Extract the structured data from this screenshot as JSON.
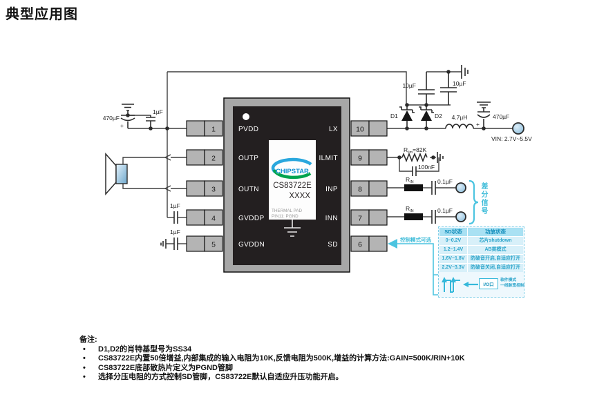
{
  "title": "典型应用图",
  "chip": {
    "logo": "CHIPSTAR",
    "part": "CS83722E",
    "lot": "XXXX",
    "thermal1": "THERMAL PAD",
    "thermal2": "PIN11: PGND",
    "left_pins": [
      {
        "num": "1",
        "name": "PVDD"
      },
      {
        "num": "2",
        "name": "OUTP"
      },
      {
        "num": "3",
        "name": "OUTN"
      },
      {
        "num": "4",
        "name": "GVDDP"
      },
      {
        "num": "5",
        "name": "GVDDN"
      }
    ],
    "right_pins": [
      {
        "num": "10",
        "name": "LX"
      },
      {
        "num": "9",
        "name": "ILMIT"
      },
      {
        "num": "8",
        "name": "INP"
      },
      {
        "num": "7",
        "name": "INN"
      },
      {
        "num": "6",
        "name": "SD"
      }
    ]
  },
  "labels": {
    "cap_bulk_left": "470µF",
    "cap_small_left": "1µF",
    "cap_gvddp": "1µF",
    "cap_gvddn": "1µF",
    "cap_boot1": "10µF",
    "cap_boot2": "10µF",
    "d1": "D1",
    "d2": "D2",
    "inductor": "4.7µH",
    "cap_bulk_right": "470µF",
    "plus": "+",
    "vin": "VIN: 2.7V~5.5V",
    "rlim_base": "R",
    "rlim_sub": "lim",
    "rlim_val": "=82K",
    "cap_ilmit": "100nF",
    "rin_base": "R",
    "rin_sub": "IN",
    "cap_inp": "0.1µF",
    "cap_inn": "0.1µF"
  },
  "annotations": {
    "diff_signal": "差分信号",
    "sd_control": "控制模式可选",
    "io_port": "I/O口",
    "sw_mode1": "软件模式",
    "sw_mode2": "一线脉宽控制"
  },
  "sd_table": {
    "headers": [
      "SD状态",
      "功放状态"
    ],
    "rows": [
      [
        "0~0.2V",
        "芯片shutdown"
      ],
      [
        "1.2~1.4V",
        "AB类模式"
      ],
      [
        "1.6V~1.8V",
        "防破音开启,自适应打开"
      ],
      [
        "2.2V~3.3V",
        "防破音关闭,自适应打开"
      ]
    ]
  },
  "notes": {
    "heading": "备注:",
    "bullet": "•",
    "items": [
      "D1,D2的肖特基型号为SS34",
      "CS83722E内置50倍增益,内部集成的输入电阻为10K,反馈电阻为500K,增益的计算方法:GAIN=500K/RIN+10K",
      "CS83722E底部散热片定义为PGND管脚",
      "选择分压电阻的方式控制SD管脚，CS83722E默认自适应升压功能开启。"
    ]
  },
  "colors": {
    "accent_cyan": "#45c2e0",
    "table_text": "#2aa4ca",
    "chip_body": "#231f20",
    "logo_blue": "#1e9cd7",
    "logo_green": "#00a44f"
  }
}
